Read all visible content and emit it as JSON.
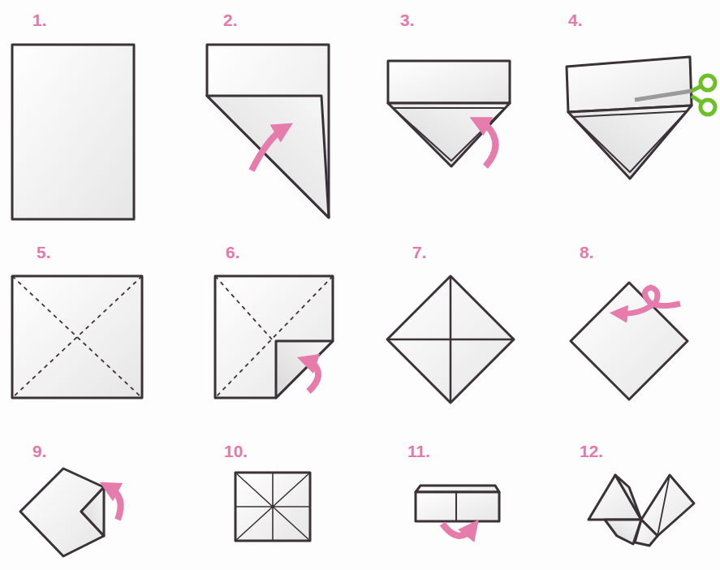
{
  "diagram": {
    "labels": [
      "1.",
      "2.",
      "3.",
      "4.",
      "5.",
      "6.",
      "7.",
      "8.",
      "9.",
      "10.",
      "11.",
      "12."
    ]
  }
}
